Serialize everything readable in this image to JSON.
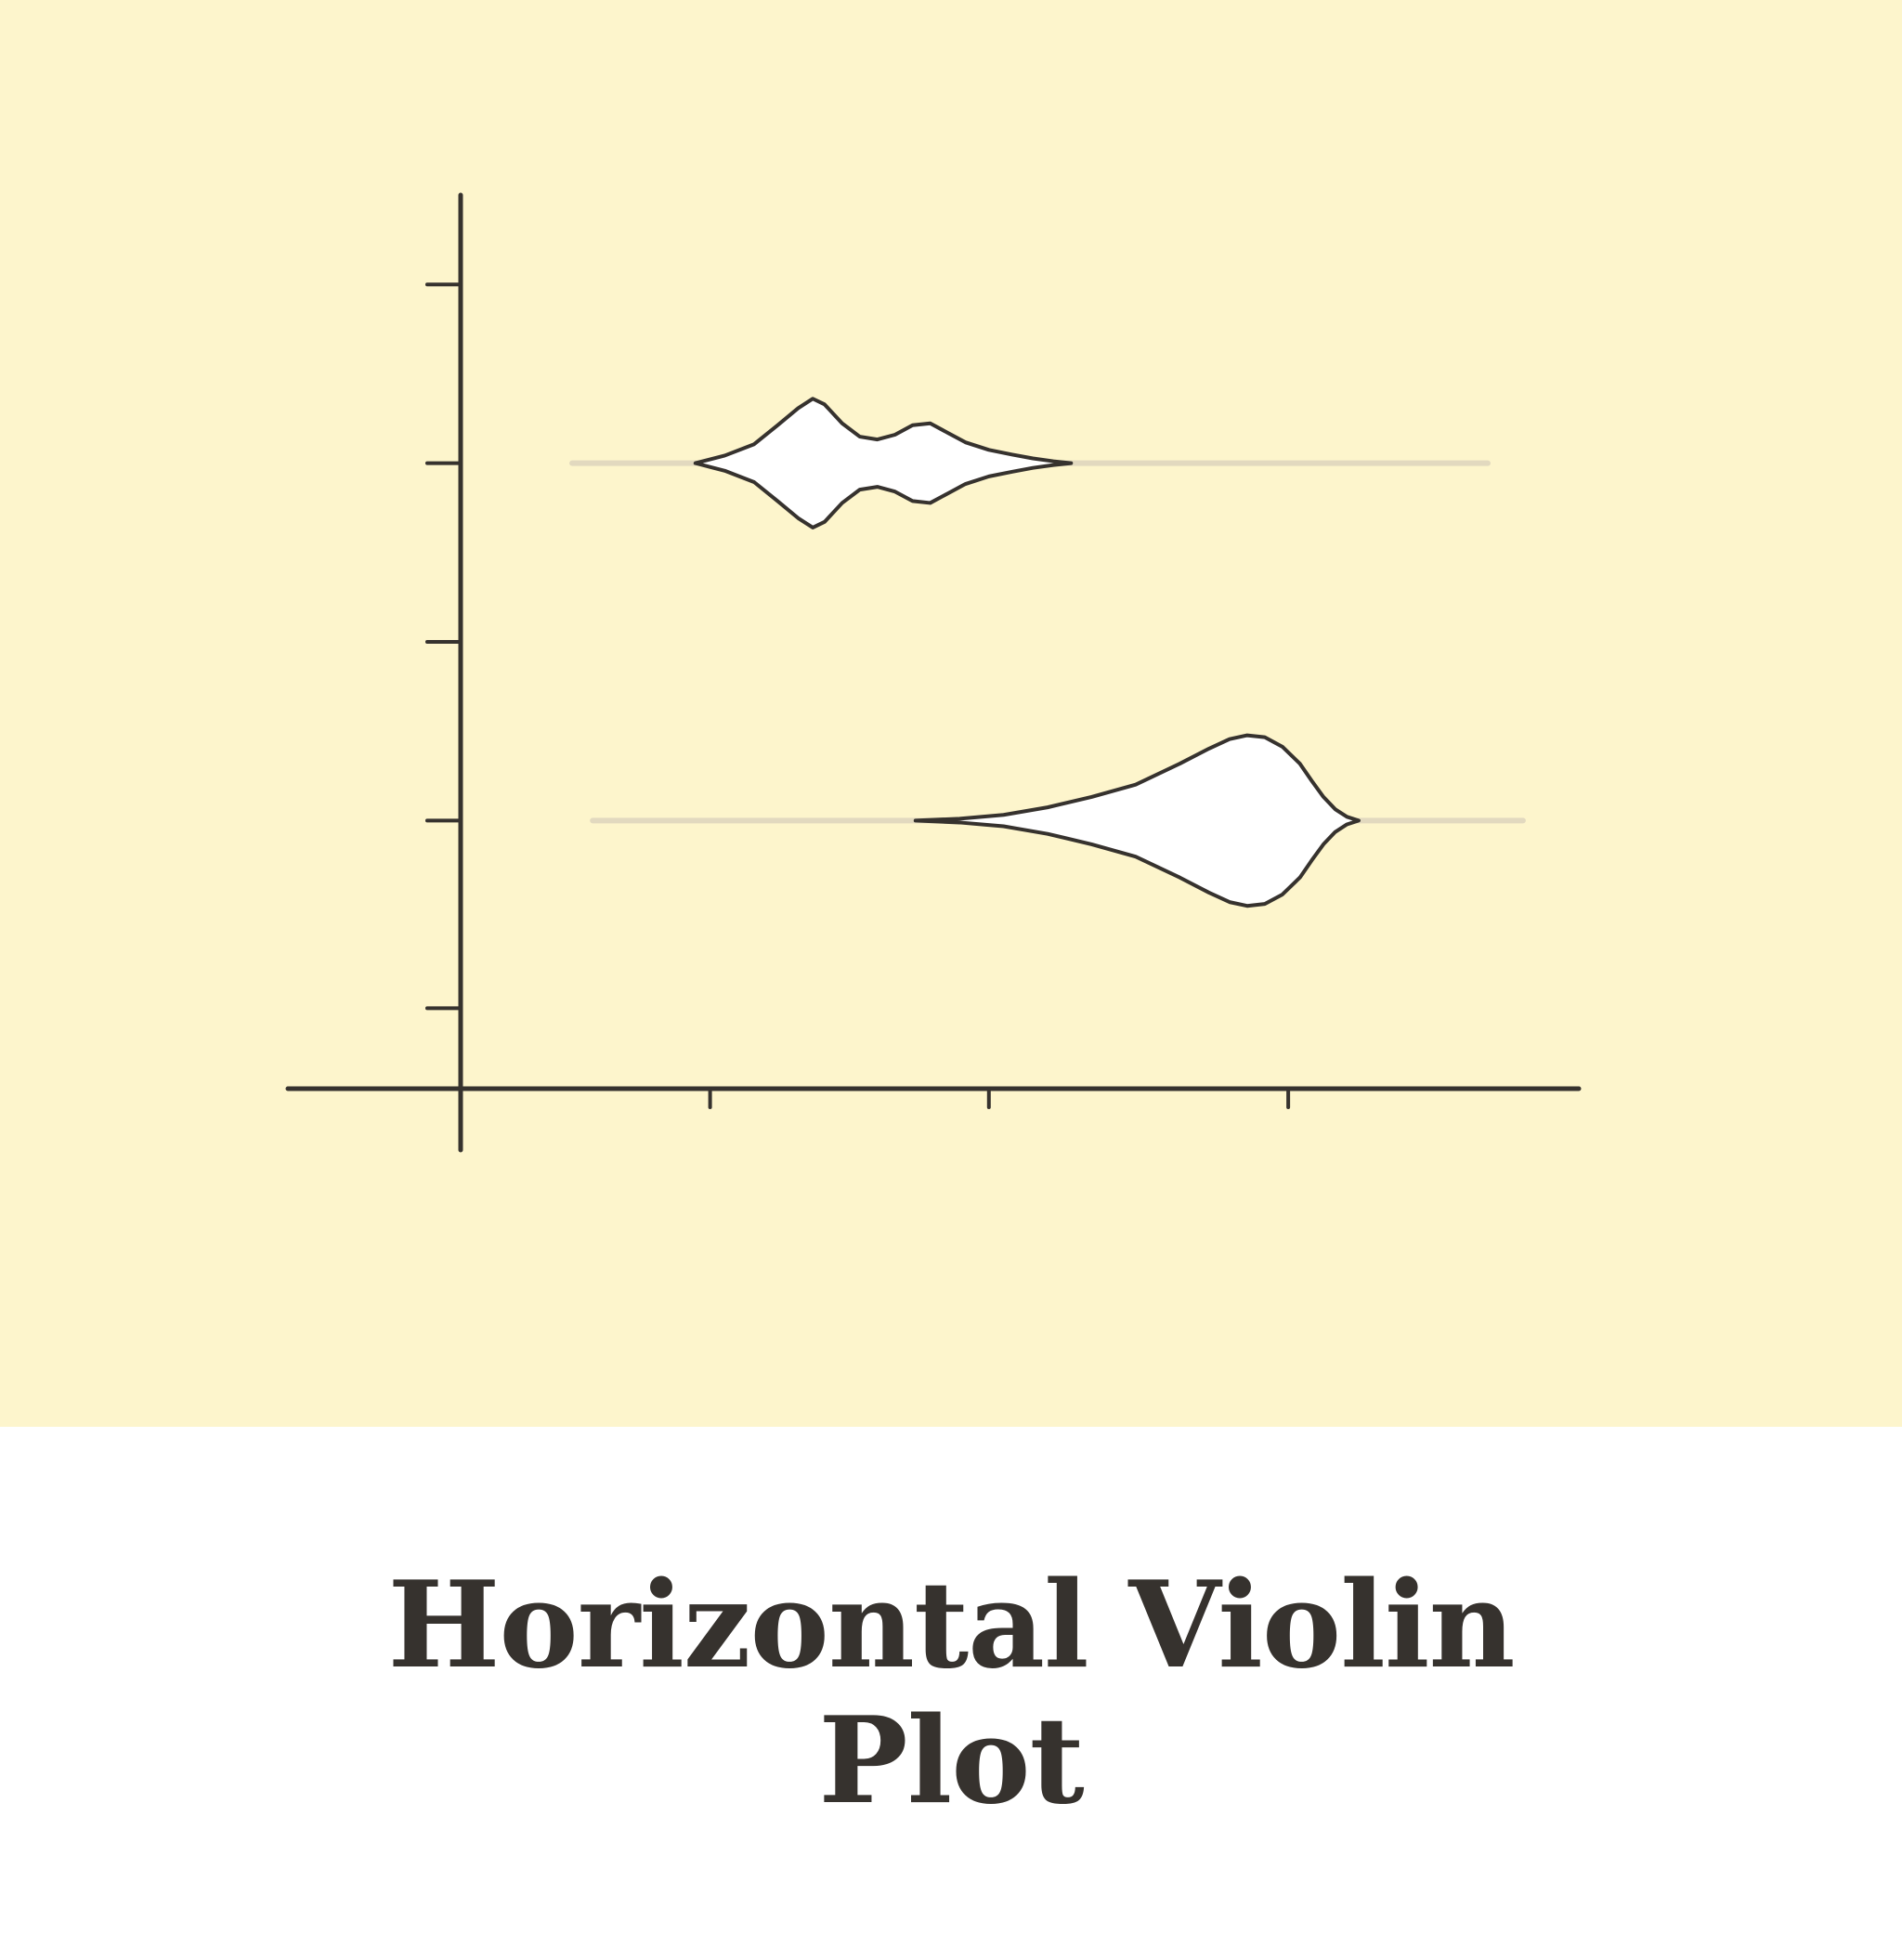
{
  "colors": {
    "background_panel": "#fdf5cc",
    "caption_background": "#ffffff",
    "ink": "#36322e",
    "violin_fill": "#ffffff",
    "whisker": "#e2d9bf"
  },
  "caption": {
    "title": "Horizontal Violin Plot"
  },
  "chart_data": {
    "type": "violin",
    "orientation": "horizontal",
    "title": "",
    "xlabel": "",
    "ylabel": "",
    "xlim": [
      -0.8,
      3.7
    ],
    "ylim": [
      0,
      5
    ],
    "x_ticks": [
      0,
      0.85,
      1.8,
      2.82
    ],
    "x_tick_labels": [],
    "y_ticks": [
      0.45,
      1.5,
      2.5,
      3.5,
      4.5
    ],
    "y_tick_labels": [],
    "grid": false,
    "legend": "none",
    "series": [
      {
        "y": 3.5,
        "range": [
          0.38,
          3.5
        ],
        "density": {
          "x": [
            0.8,
            0.9,
            1.0,
            1.08,
            1.15,
            1.2,
            1.24,
            1.3,
            1.36,
            1.42,
            1.48,
            1.54,
            1.6,
            1.66,
            1.72,
            1.8,
            1.88,
            1.95,
            2.02,
            2.08
          ],
          "w": [
            0.0,
            0.08,
            0.2,
            0.4,
            0.58,
            0.68,
            0.62,
            0.42,
            0.28,
            0.25,
            0.3,
            0.4,
            0.42,
            0.32,
            0.22,
            0.14,
            0.09,
            0.05,
            0.02,
            0.0
          ]
        }
      },
      {
        "y": 1.5,
        "range": [
          0.45,
          3.62
        ],
        "density": {
          "x": [
            1.55,
            1.7,
            1.85,
            2.0,
            2.15,
            2.3,
            2.45,
            2.55,
            2.62,
            2.68,
            2.74,
            2.8,
            2.86,
            2.9,
            2.94,
            2.98,
            3.02,
            3.06
          ],
          "w": [
            0.0,
            0.02,
            0.06,
            0.14,
            0.25,
            0.38,
            0.6,
            0.76,
            0.86,
            0.9,
            0.88,
            0.78,
            0.6,
            0.42,
            0.25,
            0.12,
            0.04,
            0.0
          ]
        }
      }
    ]
  }
}
